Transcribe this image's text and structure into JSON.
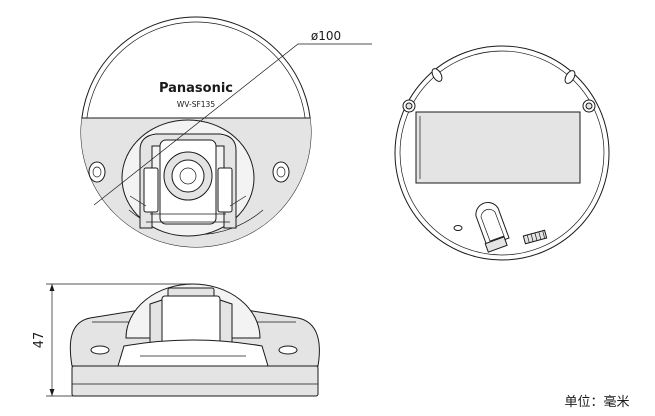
{
  "colors": {
    "line": "#1a1a1a",
    "fill": "#e4e4e4"
  },
  "front_view": {
    "brand": "Panasonic",
    "model": "WV-SF135",
    "diameter_label": "ø100"
  },
  "side_view": {
    "height_label": "47"
  },
  "units_note": "单位：毫米"
}
